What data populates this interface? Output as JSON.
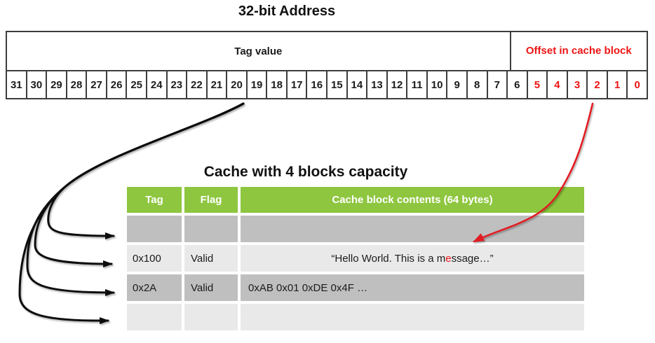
{
  "address": {
    "title": "32-bit Address",
    "tag_header": "Tag value",
    "offset_header": "Offset in cache block",
    "bits": [
      "31",
      "30",
      "29",
      "28",
      "27",
      "26",
      "25",
      "24",
      "23",
      "22",
      "21",
      "20",
      "19",
      "18",
      "17",
      "16",
      "15",
      "14",
      "13",
      "12",
      "11",
      "10",
      "9",
      "8",
      "7",
      "6",
      "5",
      "4",
      "3",
      "2",
      "1",
      "0"
    ],
    "tag_bit_count": 26,
    "offset_bit_count": 6,
    "offset_color": "#ed1515",
    "border_color": "#3d3d3d"
  },
  "cache": {
    "title": "Cache with 4 blocks capacity",
    "headers": [
      "Tag",
      "Flag",
      "Cache block contents (64 bytes)"
    ],
    "header_bg": "#8ec63f",
    "row_colors_alternating": [
      "#bfbfbf",
      "#e9e9e9"
    ],
    "rows": [
      {
        "tag": "",
        "flag": "",
        "content": ""
      },
      {
        "tag": "0x100",
        "flag": "Valid",
        "content_prefix": "“Hello World. This is a m",
        "content_highlight": "e",
        "content_suffix": "ssage…”"
      },
      {
        "tag": "0x2A",
        "flag": "Valid",
        "content": "0xAB 0x01 0xDE 0x4F …"
      },
      {
        "tag": "",
        "flag": "",
        "content": ""
      }
    ]
  },
  "arrows": {
    "tag_arrow_color": "#111111",
    "offset_arrow_color": "#e11c22"
  }
}
